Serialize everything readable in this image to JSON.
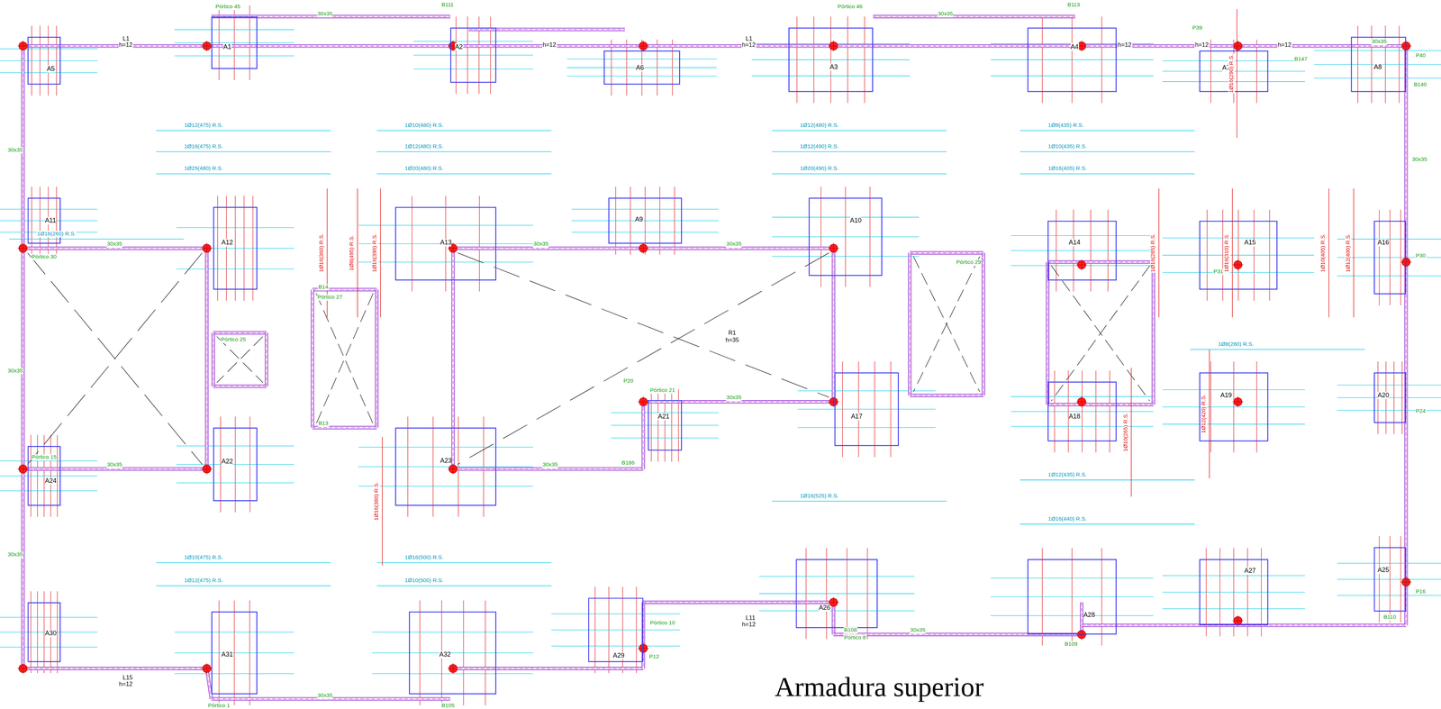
{
  "diagram": {
    "caption": "Armadura superior",
    "nodes": [
      {
        "text": [
          "A1"
        ]
      },
      {
        "text": [
          "A2"
        ]
      },
      {
        "text": [
          "A3"
        ]
      },
      {
        "text": [
          "A4"
        ]
      },
      {
        "text": [
          "A5"
        ]
      },
      {
        "text": [
          "A6"
        ]
      },
      {
        "text": [
          "A7"
        ]
      },
      {
        "text": [
          "A8"
        ]
      },
      {
        "text": [
          "A9"
        ]
      },
      {
        "text": [
          "A10"
        ]
      },
      {
        "text": [
          "A11"
        ]
      },
      {
        "text": [
          "A12"
        ]
      },
      {
        "text": [
          "A13"
        ]
      },
      {
        "text": [
          "A14"
        ]
      },
      {
        "text": [
          "A15"
        ]
      },
      {
        "text": [
          "A16"
        ]
      },
      {
        "text": [
          "A17"
        ]
      },
      {
        "text": [
          "A18"
        ]
      },
      {
        "text": [
          "A19"
        ]
      },
      {
        "text": [
          "A20"
        ]
      },
      {
        "text": [
          "A21"
        ]
      },
      {
        "text": [
          "A22"
        ]
      },
      {
        "text": [
          "A23"
        ]
      },
      {
        "text": [
          "A24"
        ]
      },
      {
        "text": [
          "A25"
        ]
      },
      {
        "text": [
          "A26"
        ]
      },
      {
        "text": [
          "A27"
        ]
      },
      {
        "text": [
          "A28"
        ]
      },
      {
        "text": [
          "A29"
        ]
      },
      {
        "text": [
          "A30"
        ]
      },
      {
        "text": [
          "A31"
        ]
      },
      {
        "text": [
          "A32"
        ]
      }
    ],
    "labels": [
      "L1",
      "h=12",
      "L1",
      "h=12",
      "h=12",
      "h=12",
      "h=12",
      "h=12",
      "R1",
      "h=35",
      "L15",
      "h=12",
      "L11",
      "h=12",
      "30x35",
      "30x35",
      "30x35",
      "30x35",
      "30x35",
      "30x35",
      "30x35",
      "30x35",
      "30x35",
      "30x35",
      "30x35",
      "30x35",
      "30x35",
      "30x35",
      "30x35",
      "B111",
      "B113",
      "B105",
      "B110",
      "B14",
      "B13",
      "B186",
      "B108",
      "B109",
      "B147",
      "B140",
      "Pórtico 45",
      "Pórtico 46",
      "Pórtico 21",
      "Pórtico 30",
      "Pórtico 15",
      "Pórtico 27",
      "Pórtico 25",
      "Pórtico 29",
      "Pórtico 8",
      "Pórtico 10",
      "Pórtico 1",
      "P20",
      "P12",
      "P39",
      "P31",
      "P40",
      "P16",
      "P24",
      "P30",
      "1Ø12(475) R.S.",
      "1Ø16(475) R.S.",
      "1Ø25(480) R.S.",
      "1Ø10(480) R.S.",
      "1Ø12(480) R.S.",
      "1Ø20(480) R.S.",
      "1Ø12(480) R.S.",
      "1Ø12(490) R.S.",
      "1Ø20(490) R.S.",
      "1Ø8(435) R.S.",
      "1Ø10(435) R.S.",
      "1Ø16(405) R.S.",
      "1Ø16(525) R.S.",
      "1Ø12(435) R.S.",
      "1Ø16(440) R.S.",
      "1Ø10(475) R.S.",
      "1Ø12(475) R.S.",
      "1Ø16(500) R.S.",
      "1Ø10(500) R.S.",
      "1Ø8(280) R.S.",
      "1Ø16(260) R.S.",
      "1Ø16(360) R.S.",
      "1Ø8(495) R.S.",
      "1Ø16(390) R.S.",
      "1Ø16(380) R.S.",
      "1Ø10(405) R.S.",
      "1Ø12(400) R.S.",
      "1Ø12(420) R.S.",
      "1Ø16(285) R.S.",
      "1Ø10(265) R.S.",
      "1Ø16(310) R.S.",
      "1Ø16(290) R.S."
    ]
  }
}
